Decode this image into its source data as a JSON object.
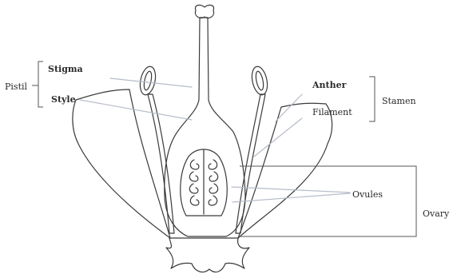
{
  "labels": {
    "pistil": "Pistil",
    "stigma": "Stigma",
    "style": "Style",
    "anther": "Anther",
    "filament": "Filament",
    "stamen": "Stamen",
    "ovules": "Ovules",
    "ovary": "Ovary"
  },
  "colors": {
    "outline": "#3a3a3a",
    "pointer": "#b5bcc9",
    "bracket": "#555555"
  }
}
